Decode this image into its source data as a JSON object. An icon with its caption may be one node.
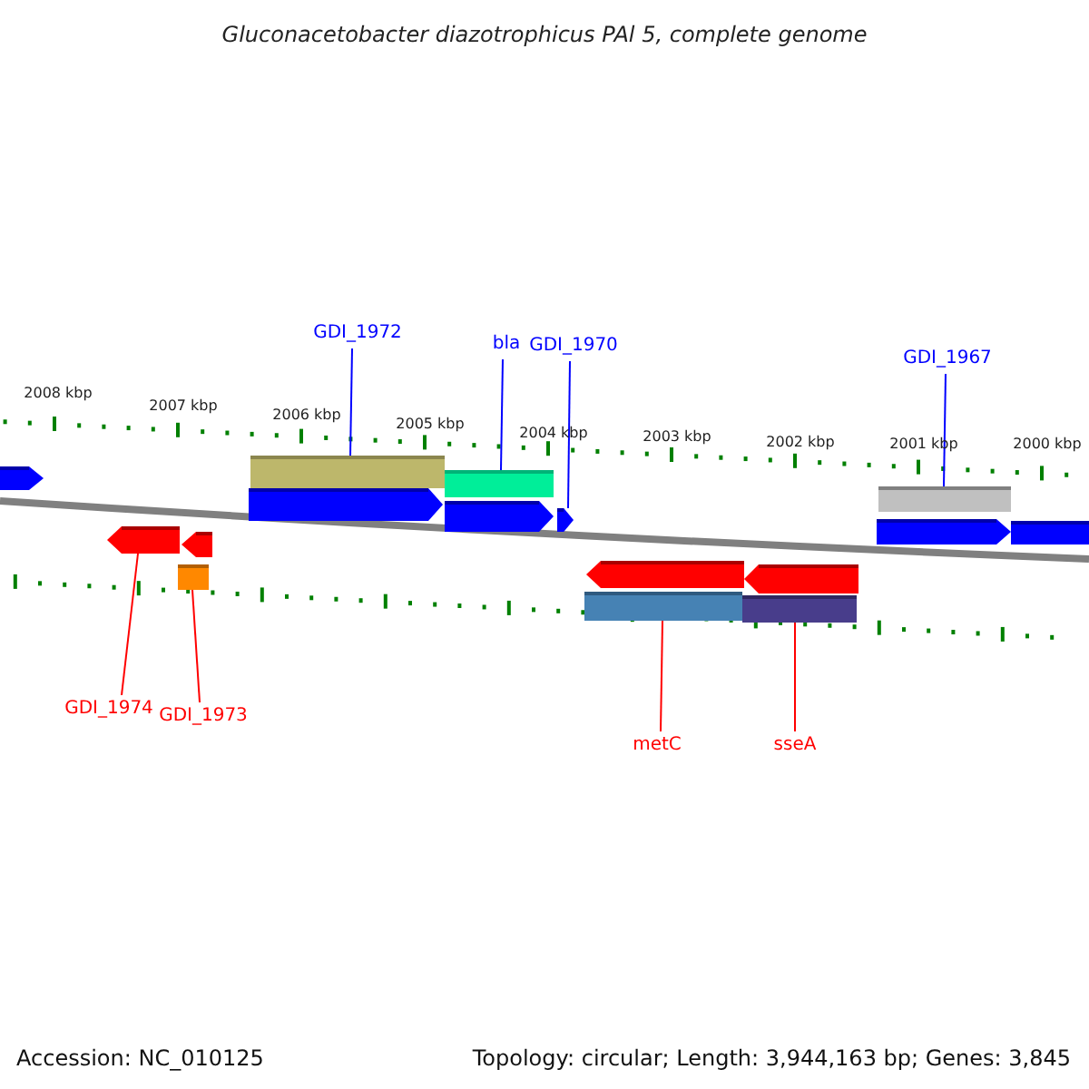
{
  "diagram": {
    "title": "Gluconacetobacter diazotrophicus PAl 5, complete genome",
    "nodes": [
      {
        "text": [
          "GDI_1972"
        ]
      },
      {
        "text": [
          "bla"
        ]
      },
      {
        "text": [
          "GDI_1970"
        ]
      },
      {
        "text": [
          "GDI_1967"
        ]
      },
      {
        "text": [],
        "shape": "arrow"
      },
      {
        "text": [],
        "shape": "arrow"
      },
      {
        "text": [],
        "shape": "arrow"
      },
      {
        "text": [],
        "shape": "arrow"
      },
      {
        "text": [],
        "shape": "arrow"
      },
      {
        "text": [],
        "shape": "arrow"
      },
      {
        "text": [],
        "shape": "arrow"
      },
      {
        "text": [],
        "shape": "arrow"
      },
      {
        "text": [
          "GDI_1974"
        ]
      },
      {
        "text": [
          "GDI_1973"
        ]
      },
      {
        "text": [
          "metC"
        ]
      },
      {
        "text": [
          "sseA"
        ]
      },
      {
        "text": [],
        "shape": "arrow"
      },
      {
        "text": [],
        "shape": "box"
      },
      {
        "text": [],
        "shape": "box"
      },
      {
        "text": [],
        "shape": "box"
      },
      {
        "text": [],
        "shape": "box"
      },
      {
        "text": [],
        "shape": "box"
      },
      {
        "text": [],
        "shape": "box"
      },
      {
        "text": [],
        "shape": "box"
      }
    ],
    "edges": [
      {
        "from": 0,
        "to": 17,
        "arrow": "none",
        "color": "#0000ff"
      },
      {
        "from": 1,
        "to": 18,
        "arrow": "none",
        "color": "#0000ff"
      },
      {
        "from": 2,
        "to": 6,
        "arrow": "none",
        "color": "#0000ff"
      },
      {
        "from": 3,
        "to": 19,
        "arrow": "none",
        "color": "#0000ff"
      },
      {
        "from": 12,
        "to": 8,
        "arrow": "none",
        "color": "#ff0000"
      },
      {
        "from": 13,
        "to": 21,
        "arrow": "none",
        "color": "#ff0000"
      },
      {
        "from": 14,
        "to": 22,
        "arrow": "none",
        "color": "#ff0000"
      },
      {
        "from": 15,
        "to": 23,
        "arrow": "none",
        "color": "#ff0000"
      }
    ],
    "labels": [
      "2008 kbp",
      "2007 kbp",
      "2006 kbp",
      "2005 kbp",
      "2004 kbp",
      "2003 kbp",
      "2002 kbp",
      "2001 kbp",
      "2000 kbp",
      "Accession: NC_010125",
      "Topology: circular; Length: 3,944,163 bp; Genes: 3,845"
    ]
  }
}
